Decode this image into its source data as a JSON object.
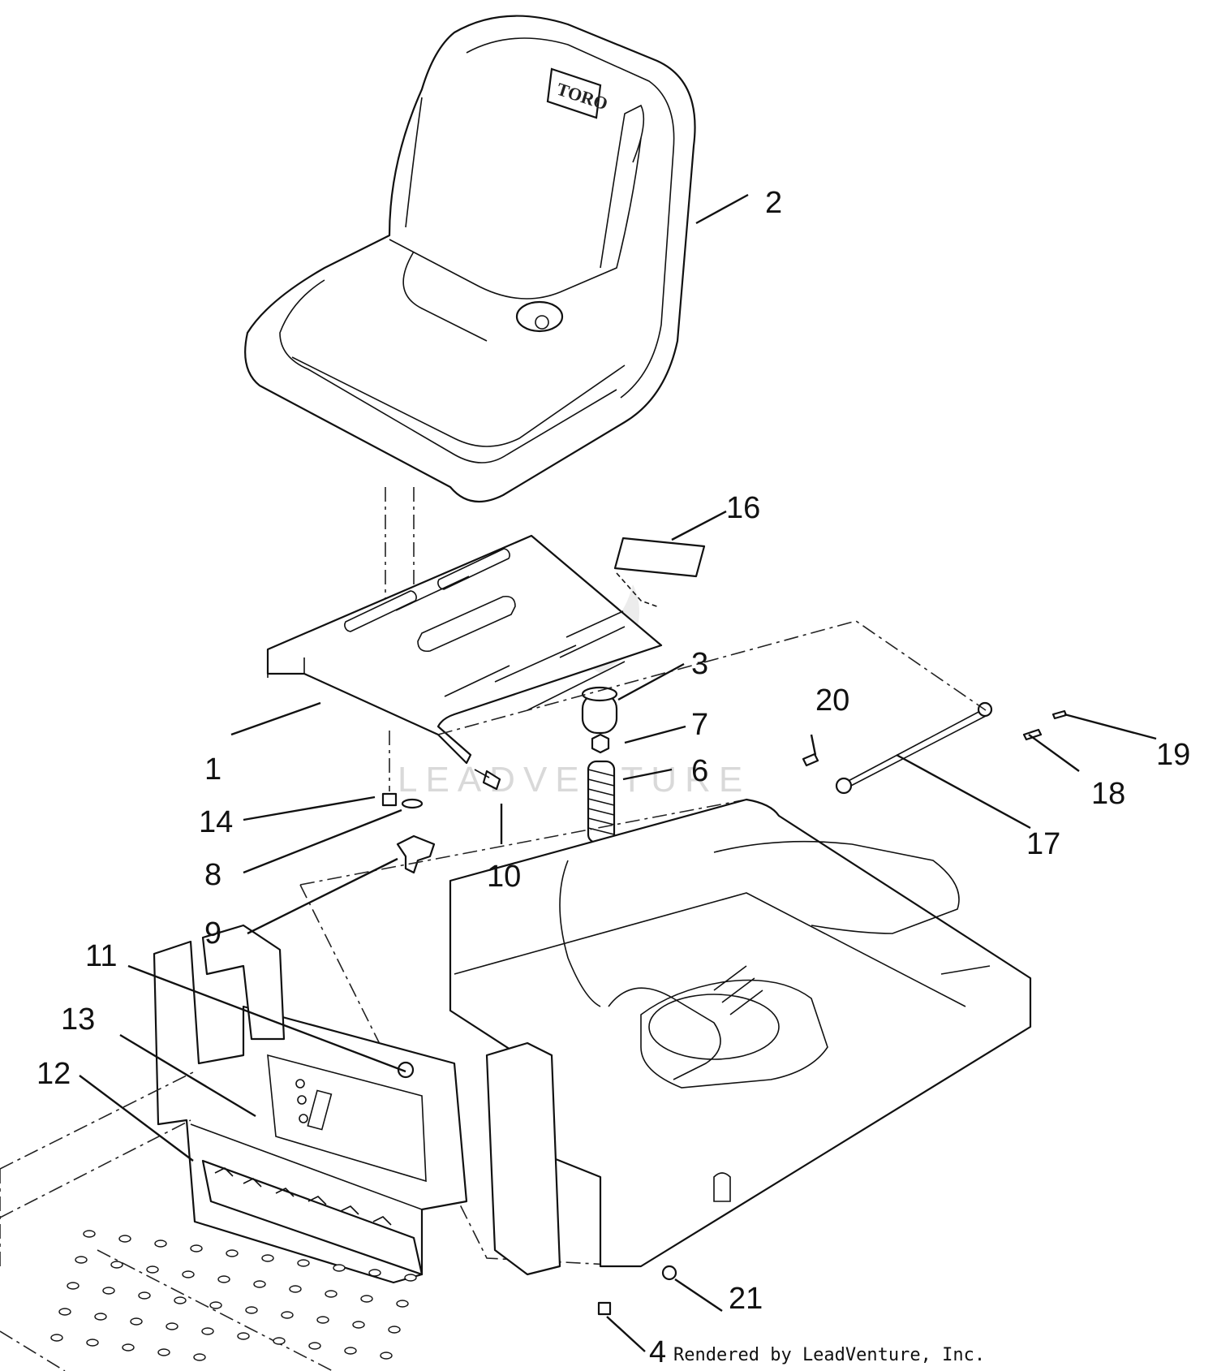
{
  "diagram": {
    "credit": "Rendered by LeadVenture, Inc.",
    "watermark": "LEADVENTURE",
    "seat_logo": "TORO",
    "callouts": [
      "1",
      "2",
      "3",
      "4",
      "6",
      "7",
      "8",
      "9",
      "10",
      "11",
      "12",
      "13",
      "14",
      "16",
      "17",
      "18",
      "19",
      "20",
      "21"
    ]
  }
}
